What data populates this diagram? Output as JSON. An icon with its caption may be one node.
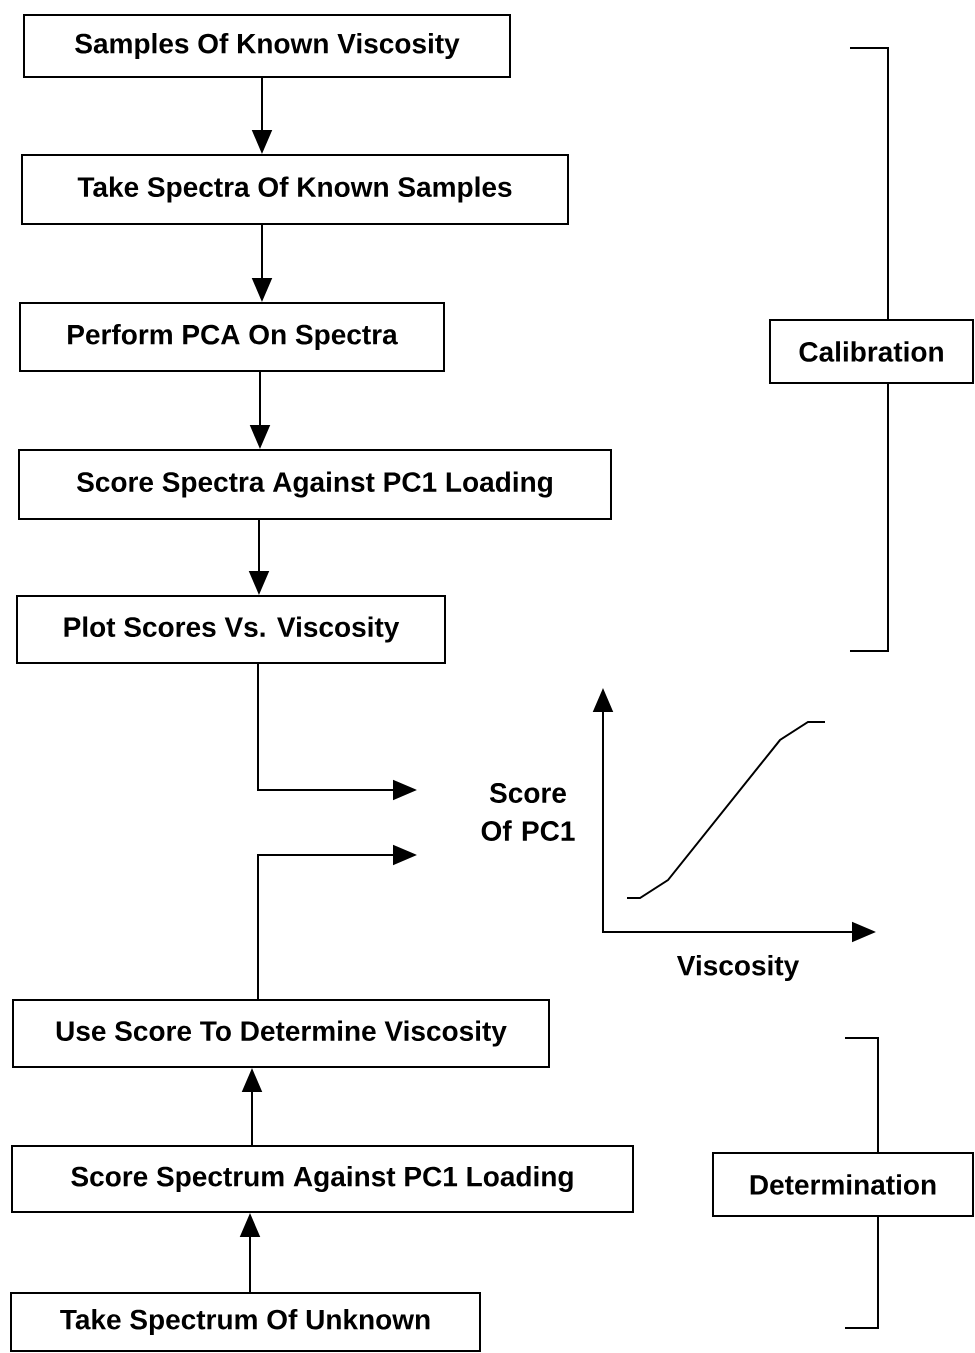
{
  "diagram": {
    "nodes": [
      {
        "text": [
          "Samples Of Known Viscosity"
        ]
      },
      {
        "text": [
          "Take Spectra Of Known Samples"
        ]
      },
      {
        "text": [
          "Perform PCA On Spectra"
        ]
      },
      {
        "text": [
          "Score Spectra Against PC1 Loading"
        ]
      },
      {
        "text": [
          "Plot Scores Vs. Viscosity"
        ]
      },
      {
        "text": [
          "Calibration"
        ]
      },
      {
        "text": [
          "Score Of PC1"
        ]
      },
      {
        "text": [
          "Use Score To Determine Viscosity"
        ]
      },
      {
        "text": [
          "Score Spectrum Against PC1 Loading"
        ]
      },
      {
        "text": [
          "Determination"
        ]
      },
      {
        "text": [
          "Take Spectrum Of Unknown"
        ]
      }
    ],
    "edges": [
      {
        "from": 0,
        "to": 1,
        "arrow": "to"
      },
      {
        "from": 1,
        "to": 2,
        "arrow": "to"
      },
      {
        "from": 2,
        "to": 3,
        "arrow": "to"
      },
      {
        "from": 3,
        "to": 4,
        "arrow": "to"
      },
      {
        "from": 4,
        "to": 6,
        "arrow": "to"
      },
      {
        "from": 7,
        "to": 6,
        "arrow": "to"
      },
      {
        "from": 8,
        "to": 7,
        "arrow": "to"
      },
      {
        "from": 10,
        "to": 8,
        "arrow": "to"
      }
    ],
    "labels": [
      "Viscosity"
    ]
  }
}
